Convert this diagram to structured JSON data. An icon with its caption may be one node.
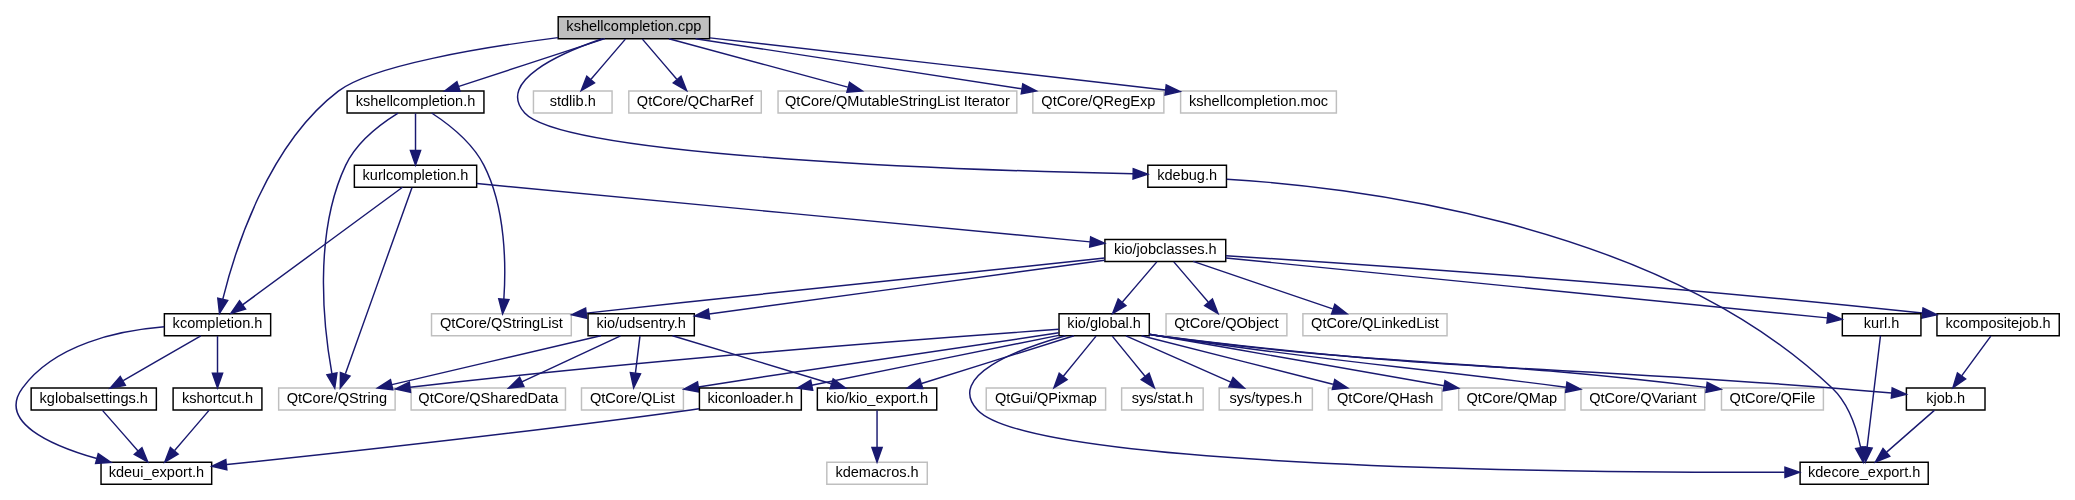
{
  "diagram": {
    "nodes": [
      {
        "text": [
          "kshellcompletion.cpp"
        ]
      },
      {
        "text": [
          "kshellcompletion.h"
        ]
      },
      {
        "text": [
          "stdlib.h"
        ]
      },
      {
        "text": [
          "QtCore/QCharRef"
        ]
      },
      {
        "text": [
          "QtCore/QMutableStringList Iterator"
        ]
      },
      {
        "text": [
          "QtCore/QRegExp"
        ]
      },
      {
        "text": [
          "kshellcompletion.moc"
        ]
      },
      {
        "text": [
          "kcompletion.h"
        ]
      },
      {
        "text": [
          "kurlcompletion.h"
        ]
      },
      {
        "text": [
          "kdebug.h"
        ]
      },
      {
        "text": [
          "kio/jobclasses.h"
        ]
      },
      {
        "text": [
          "QtCore/QStringList"
        ]
      },
      {
        "text": [
          "QtCore/QString"
        ]
      },
      {
        "text": [
          "kglobalsettings.h"
        ]
      },
      {
        "text": [
          "kshortcut.h"
        ]
      },
      {
        "text": [
          "kdeui_export.h"
        ]
      },
      {
        "text": [
          "kio/udsentry.h"
        ]
      },
      {
        "text": [
          "QtCore/QObject"
        ]
      },
      {
        "text": [
          "QtCore/QLinkedList"
        ]
      },
      {
        "text": [
          "kio/global.h"
        ]
      },
      {
        "text": [
          "kcompositejob.h"
        ]
      },
      {
        "text": [
          "kurl.h"
        ]
      },
      {
        "text": [
          "QtCore/QSharedData"
        ]
      },
      {
        "text": [
          "QtCore/QList"
        ]
      },
      {
        "text": [
          "kio/kio_export.h"
        ]
      },
      {
        "text": [
          "kiconloader.h"
        ]
      },
      {
        "text": [
          "QtGui/QPixmap"
        ]
      },
      {
        "text": [
          "sys/stat.h"
        ]
      },
      {
        "text": [
          "sys/types.h"
        ]
      },
      {
        "text": [
          "QtCore/QHash"
        ]
      },
      {
        "text": [
          "QtCore/QMap"
        ]
      },
      {
        "text": [
          "QtCore/QVariant"
        ]
      },
      {
        "text": [
          "QtCore/QFile"
        ]
      },
      {
        "text": [
          "kjob.h"
        ]
      },
      {
        "text": [
          "kdecore_export.h"
        ]
      },
      {
        "text": [
          "kdemacros.h"
        ]
      }
    ],
    "edges": [
      {
        "from": 0,
        "to": 7,
        "arrow": "to"
      },
      {
        "from": 0,
        "to": 1,
        "arrow": "to"
      },
      {
        "from": 0,
        "to": 2,
        "arrow": "to"
      },
      {
        "from": 0,
        "to": 3,
        "arrow": "to"
      },
      {
        "from": 0,
        "to": 4,
        "arrow": "to"
      },
      {
        "from": 0,
        "to": 5,
        "arrow": "to"
      },
      {
        "from": 0,
        "to": 6,
        "arrow": "to"
      },
      {
        "from": 0,
        "to": 9,
        "arrow": "to"
      },
      {
        "from": 1,
        "to": 8,
        "arrow": "to"
      },
      {
        "from": 1,
        "to": 12,
        "arrow": "to"
      },
      {
        "from": 1,
        "to": 11,
        "arrow": "to"
      },
      {
        "from": 8,
        "to": 7,
        "arrow": "to"
      },
      {
        "from": 8,
        "to": 12,
        "arrow": "to"
      },
      {
        "from": 8,
        "to": 10,
        "arrow": "to"
      },
      {
        "from": 7,
        "to": 13,
        "arrow": "to"
      },
      {
        "from": 7,
        "to": 14,
        "arrow": "to"
      },
      {
        "from": 7,
        "to": 15,
        "arrow": "to"
      },
      {
        "from": 13,
        "to": 15,
        "arrow": "to"
      },
      {
        "from": 14,
        "to": 15,
        "arrow": "to"
      },
      {
        "from": 9,
        "to": 34,
        "arrow": "to"
      },
      {
        "from": 10,
        "to": 16,
        "arrow": "to"
      },
      {
        "from": 10,
        "to": 17,
        "arrow": "to"
      },
      {
        "from": 10,
        "to": 18,
        "arrow": "to"
      },
      {
        "from": 10,
        "to": 19,
        "arrow": "to"
      },
      {
        "from": 10,
        "to": 20,
        "arrow": "to"
      },
      {
        "from": 10,
        "to": 21,
        "arrow": "to"
      },
      {
        "from": 10,
        "to": 11,
        "arrow": "to"
      },
      {
        "from": 16,
        "to": 12,
        "arrow": "to"
      },
      {
        "from": 16,
        "to": 22,
        "arrow": "to"
      },
      {
        "from": 16,
        "to": 23,
        "arrow": "to"
      },
      {
        "from": 16,
        "to": 24,
        "arrow": "to"
      },
      {
        "from": 19,
        "to": 12,
        "arrow": "to"
      },
      {
        "from": 19,
        "to": 23,
        "arrow": "to"
      },
      {
        "from": 19,
        "to": 24,
        "arrow": "to"
      },
      {
        "from": 19,
        "to": 25,
        "arrow": "to"
      },
      {
        "from": 19,
        "to": 26,
        "arrow": "to"
      },
      {
        "from": 19,
        "to": 27,
        "arrow": "to"
      },
      {
        "from": 19,
        "to": 28,
        "arrow": "to"
      },
      {
        "from": 19,
        "to": 29,
        "arrow": "to"
      },
      {
        "from": 19,
        "to": 30,
        "arrow": "to"
      },
      {
        "from": 19,
        "to": 31,
        "arrow": "to"
      },
      {
        "from": 19,
        "to": 32,
        "arrow": "to"
      },
      {
        "from": 19,
        "to": 33,
        "arrow": "to"
      },
      {
        "from": 19,
        "to": 34,
        "arrow": "to"
      },
      {
        "from": 20,
        "to": 33,
        "arrow": "to"
      },
      {
        "from": 21,
        "to": 34,
        "arrow": "to"
      },
      {
        "from": 24,
        "to": 35,
        "arrow": "to"
      },
      {
        "from": 25,
        "to": 15,
        "arrow": "to"
      },
      {
        "from": 33,
        "to": 34,
        "arrow": "to"
      }
    ]
  }
}
